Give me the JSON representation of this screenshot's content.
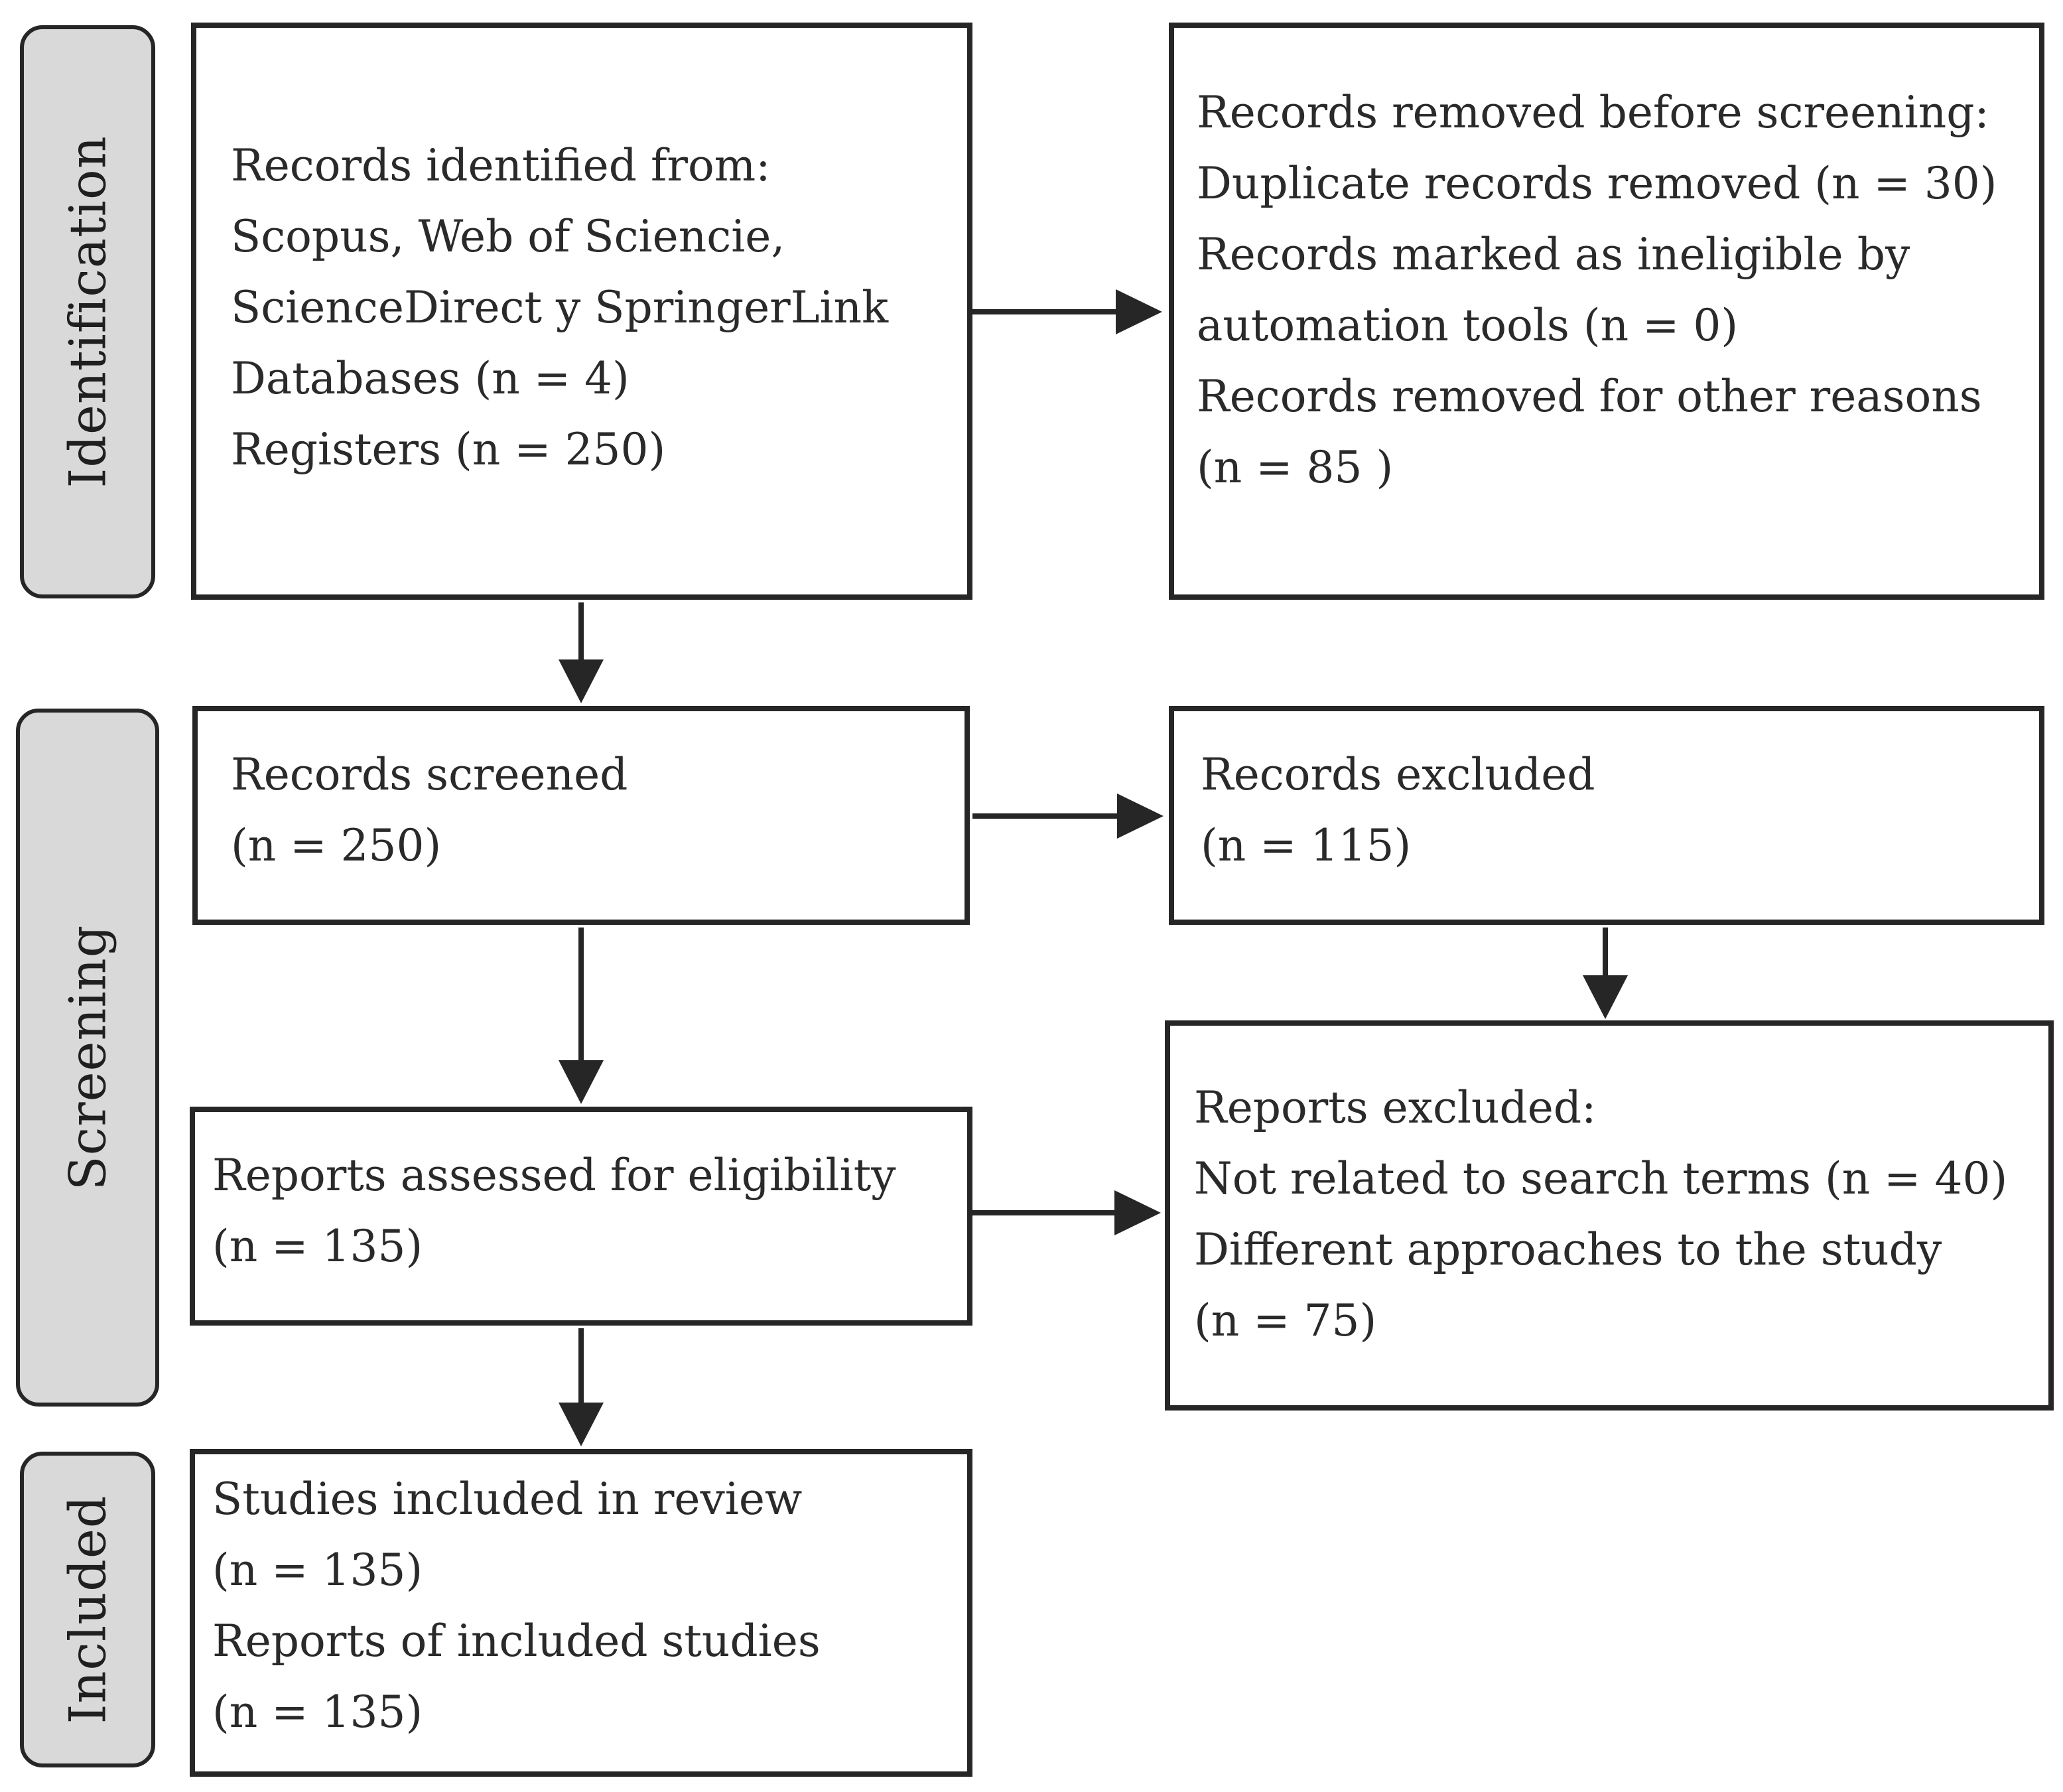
{
  "phases": {
    "identification": "Identification",
    "screening": "Screening",
    "included": "Included"
  },
  "boxes": {
    "records_identified": {
      "lines": [
        "Records identified from:",
        "Scopus, Web of Sciencie,",
        "ScienceDirect y SpringerLink",
        "Databases (n = 4)",
        "Registers (n = 250)"
      ]
    },
    "records_removed": {
      "lines": [
        "Records removed before screening:",
        "Duplicate records removed (n = 30)",
        "Records marked as ineligible by",
        "automation tools (n = 0)",
        "Records removed for other reasons",
        "(n = 85 )"
      ]
    },
    "records_screened": {
      "lines": [
        "Records screened",
        "(n = 250)"
      ]
    },
    "records_excluded": {
      "lines": [
        "Records excluded",
        "(n = 115)"
      ]
    },
    "reports_assessed": {
      "lines": [
        "Reports assessed for eligibility",
        "(n = 135)"
      ]
    },
    "reports_excluded": {
      "lines": [
        "Reports excluded:",
        "Not related to search terms (n = 40)",
        "Different approaches to the study",
        "(n = 75)"
      ]
    },
    "studies_included": {
      "lines": [
        "Studies included in review",
        "(n = 135)",
        "Reports of included studies",
        "(n = 135)"
      ]
    }
  }
}
